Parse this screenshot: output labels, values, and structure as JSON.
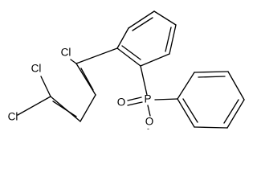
{
  "molecule": {
    "atoms": {
      "cl_top": "Cl",
      "cl_left_upper": "Cl",
      "cl_left_lower": "Cl",
      "phosphorus": "P",
      "oxygen_double": "O",
      "oxygen_single": "O",
      "charge": "-"
    },
    "line_color": "#000000",
    "background_color": "#ffffff"
  }
}
